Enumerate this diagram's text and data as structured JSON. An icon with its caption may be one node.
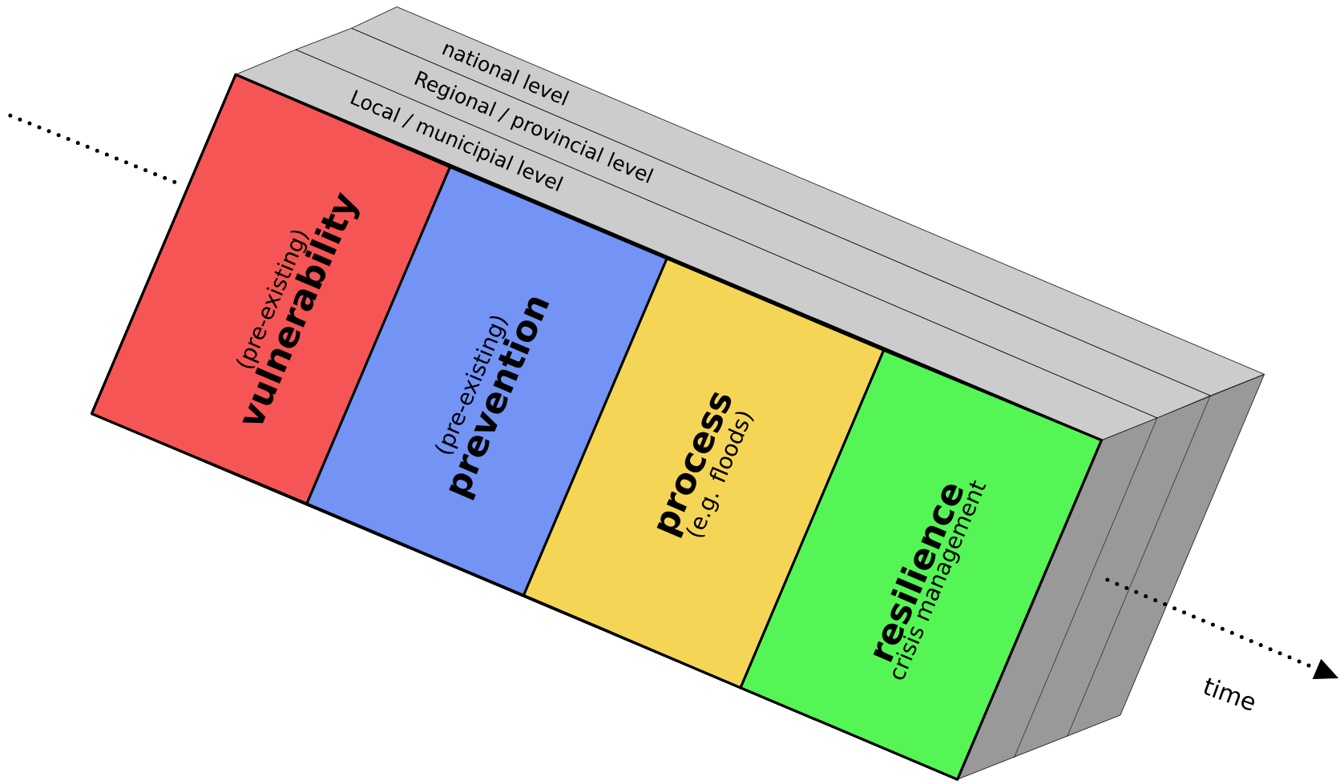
{
  "diagram": {
    "nodes": [
      {
        "text": [
          "national level"
        ]
      },
      {
        "text": [
          "Regional / provincial level"
        ]
      },
      {
        "text": [
          "Local / municipial level"
        ]
      },
      {
        "text": [
          "(pre-existing)",
          "vulnerability"
        ]
      },
      {
        "text": [
          "(pre-existing)",
          "prevention"
        ]
      },
      {
        "text": [
          "process",
          "(e.g. floods)"
        ]
      },
      {
        "text": [
          "resilience",
          "crisis management"
        ]
      }
    ],
    "labels": [
      "time"
    ]
  }
}
